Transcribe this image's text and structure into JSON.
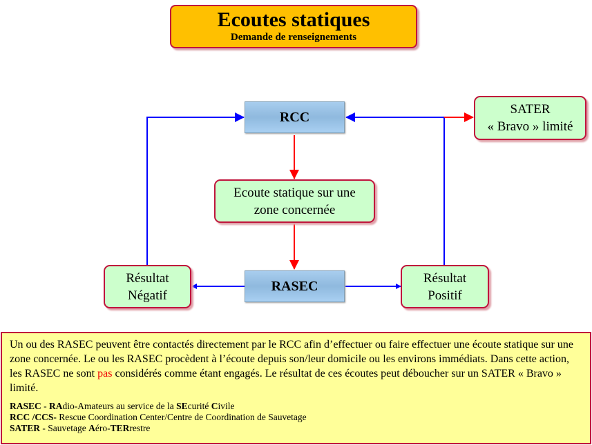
{
  "title": {
    "main": "Ecoutes statiques",
    "sub": "Demande de renseignements"
  },
  "nodes": {
    "rcc": "RCC",
    "sater": [
      "SATER",
      "« Bravo » limité"
    ],
    "ecoute": [
      "Ecoute statique sur une",
      "zone concernée"
    ],
    "rasec": "RASEC",
    "negatif": [
      "Résultat",
      "Négatif"
    ],
    "positif": [
      "Résultat",
      "Positif"
    ]
  },
  "note": {
    "p_before": "Un ou des RASEC peuvent être contactés directement par le RCC afin d’effectuer ou faire effectuer une écoute statique sur une zone concernée. Le ou les RASEC procèdent à l’écoute depuis son/leur domicile ou les environs immédiats. Dans cette action, les RASEC ne sont ",
    "p_highlight": "pas",
    "p_after": " considérés comme étant engagés. Le résultat de ces écoutes peut déboucher sur un SATER « Bravo » limité.",
    "definitions": [
      {
        "term": "RASEC",
        "sep": " - ",
        "parts": [
          [
            "b",
            "RA"
          ],
          [
            "n",
            "dio-Amateurs au service de la "
          ],
          [
            "b",
            "SE"
          ],
          [
            "n",
            "curité "
          ],
          [
            "b",
            "C"
          ],
          [
            "n",
            "ivile"
          ]
        ]
      },
      {
        "term": "RCC /CCS-",
        "sep": "  ",
        "parts": [
          [
            "n",
            "Rescue Coordination Center/Centre de Coordination de Sauvetage"
          ]
        ]
      },
      {
        "term": "SATER",
        "sep": " - ",
        "parts": [
          [
            "n",
            "Sauvetage "
          ],
          [
            "b",
            "A"
          ],
          [
            "n",
            "éro-"
          ],
          [
            "b",
            "TER"
          ],
          [
            "n",
            "restre"
          ]
        ]
      }
    ]
  },
  "colors": {
    "flow": "#FF0000",
    "feedback": "#0000FF",
    "border": "#C0143C"
  }
}
